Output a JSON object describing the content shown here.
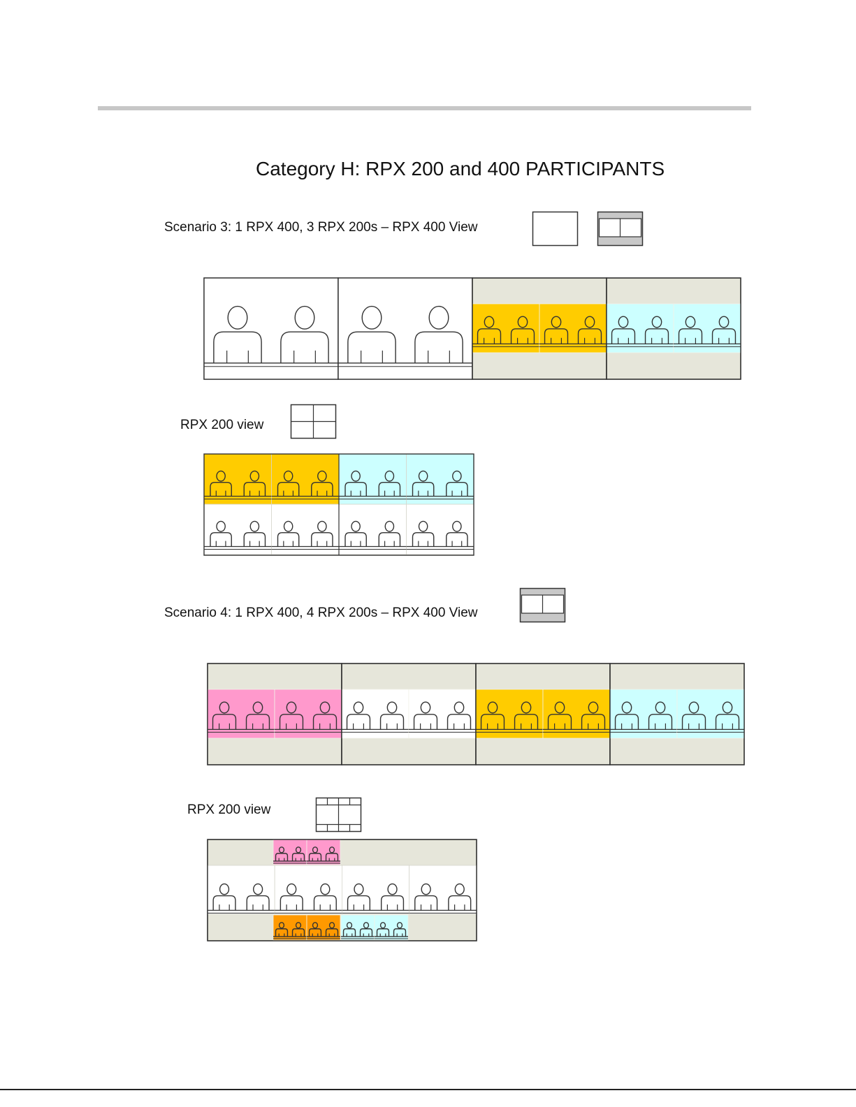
{
  "title": "Category H: RPX 200 and 400 PARTICIPANTS",
  "scenario3": {
    "label": "Scenario 3: 1 RPX 400, 3 RPX 200s – RPX 400 View",
    "rpx200_label": "RPX 200 view"
  },
  "scenario4": {
    "label": "Scenario 4: 1 RPX 400, 4 RPX 200s – RPX 400 View",
    "rpx200_label": "RPX 200 view"
  },
  "colors": {
    "gold": "#ffcc00",
    "cyan": "#ccffff",
    "pink": "#ff99cc",
    "orange": "#ff9900",
    "beige": "#e6e6da",
    "white": "#ffffff",
    "rule": "#c7c7c7"
  }
}
